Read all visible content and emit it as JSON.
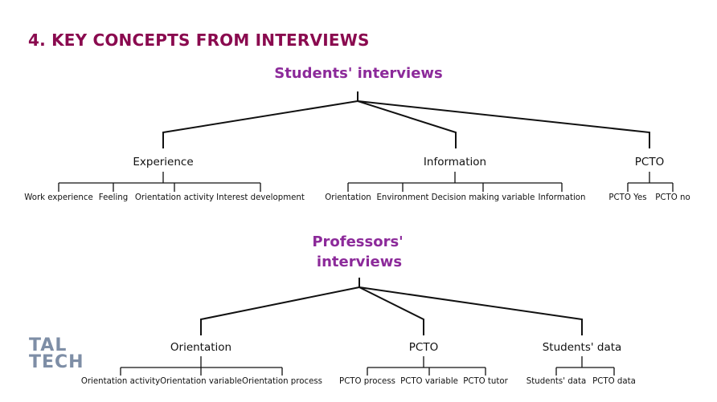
{
  "title": "4. KEY CONCEPTS FROM INTERVIEWS",
  "logo": {
    "line1": "TAL",
    "line2": "TECH"
  },
  "students": {
    "root": "Students' interviews",
    "categories": [
      {
        "label": "Experience",
        "leaves": [
          "Work experience",
          "Feeling",
          "Orientation activity",
          "Interest development"
        ]
      },
      {
        "label": "Information",
        "leaves": [
          "Orientation",
          "Environment",
          "Decision making variable",
          "Information"
        ]
      },
      {
        "label": "PCTO",
        "leaves": [
          "PCTO Yes",
          "PCTO no"
        ]
      }
    ]
  },
  "professors": {
    "root_line1": "Professors'",
    "root_line2": "interviews",
    "categories": [
      {
        "label": "Orientation",
        "leaves": [
          "Orientation activity",
          "Orientation variable",
          "Orientation process"
        ]
      },
      {
        "label": "PCTO",
        "leaves": [
          "PCTO process",
          "PCTO variable",
          "PCTO tutor"
        ]
      },
      {
        "label": "Students' data",
        "leaves": [
          "Students' data",
          "PCTO data"
        ]
      }
    ]
  }
}
